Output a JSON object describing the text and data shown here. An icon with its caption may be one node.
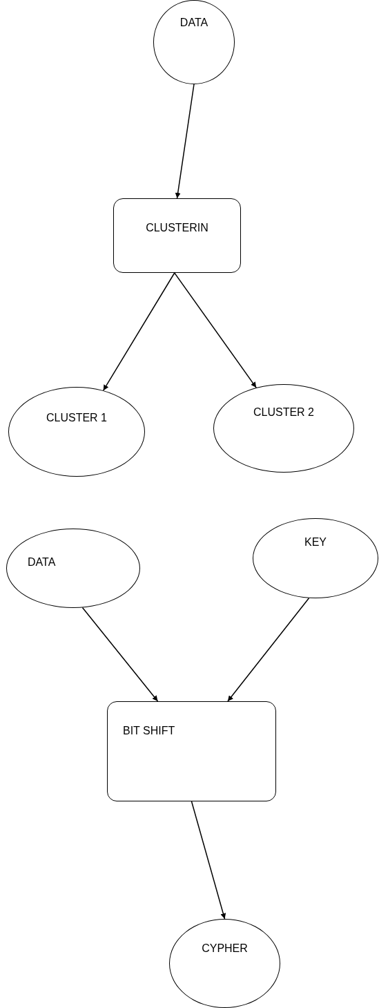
{
  "diagram": {
    "nodes": [
      {
        "text": [
          "DATA"
        ]
      },
      {
        "text": [
          "CLUSTERIN"
        ]
      },
      {
        "text": [
          "CLUSTER 1"
        ]
      },
      {
        "text": [
          "CLUSTER 2"
        ]
      },
      {
        "text": [
          "DATA"
        ]
      },
      {
        "text": [
          "KEY"
        ]
      },
      {
        "text": [
          "BIT SHIFT"
        ]
      },
      {
        "text": [
          "CYPHER"
        ]
      }
    ],
    "edges": [
      {
        "from": 0,
        "to": 1,
        "arrow": "to"
      },
      {
        "from": 1,
        "to": 2,
        "arrow": "to"
      },
      {
        "from": 1,
        "to": 3,
        "arrow": "to"
      },
      {
        "from": 4,
        "to": 6,
        "arrow": "to"
      },
      {
        "from": 5,
        "to": 6,
        "arrow": "to"
      },
      {
        "from": 6,
        "to": 7,
        "arrow": "to"
      }
    ]
  }
}
